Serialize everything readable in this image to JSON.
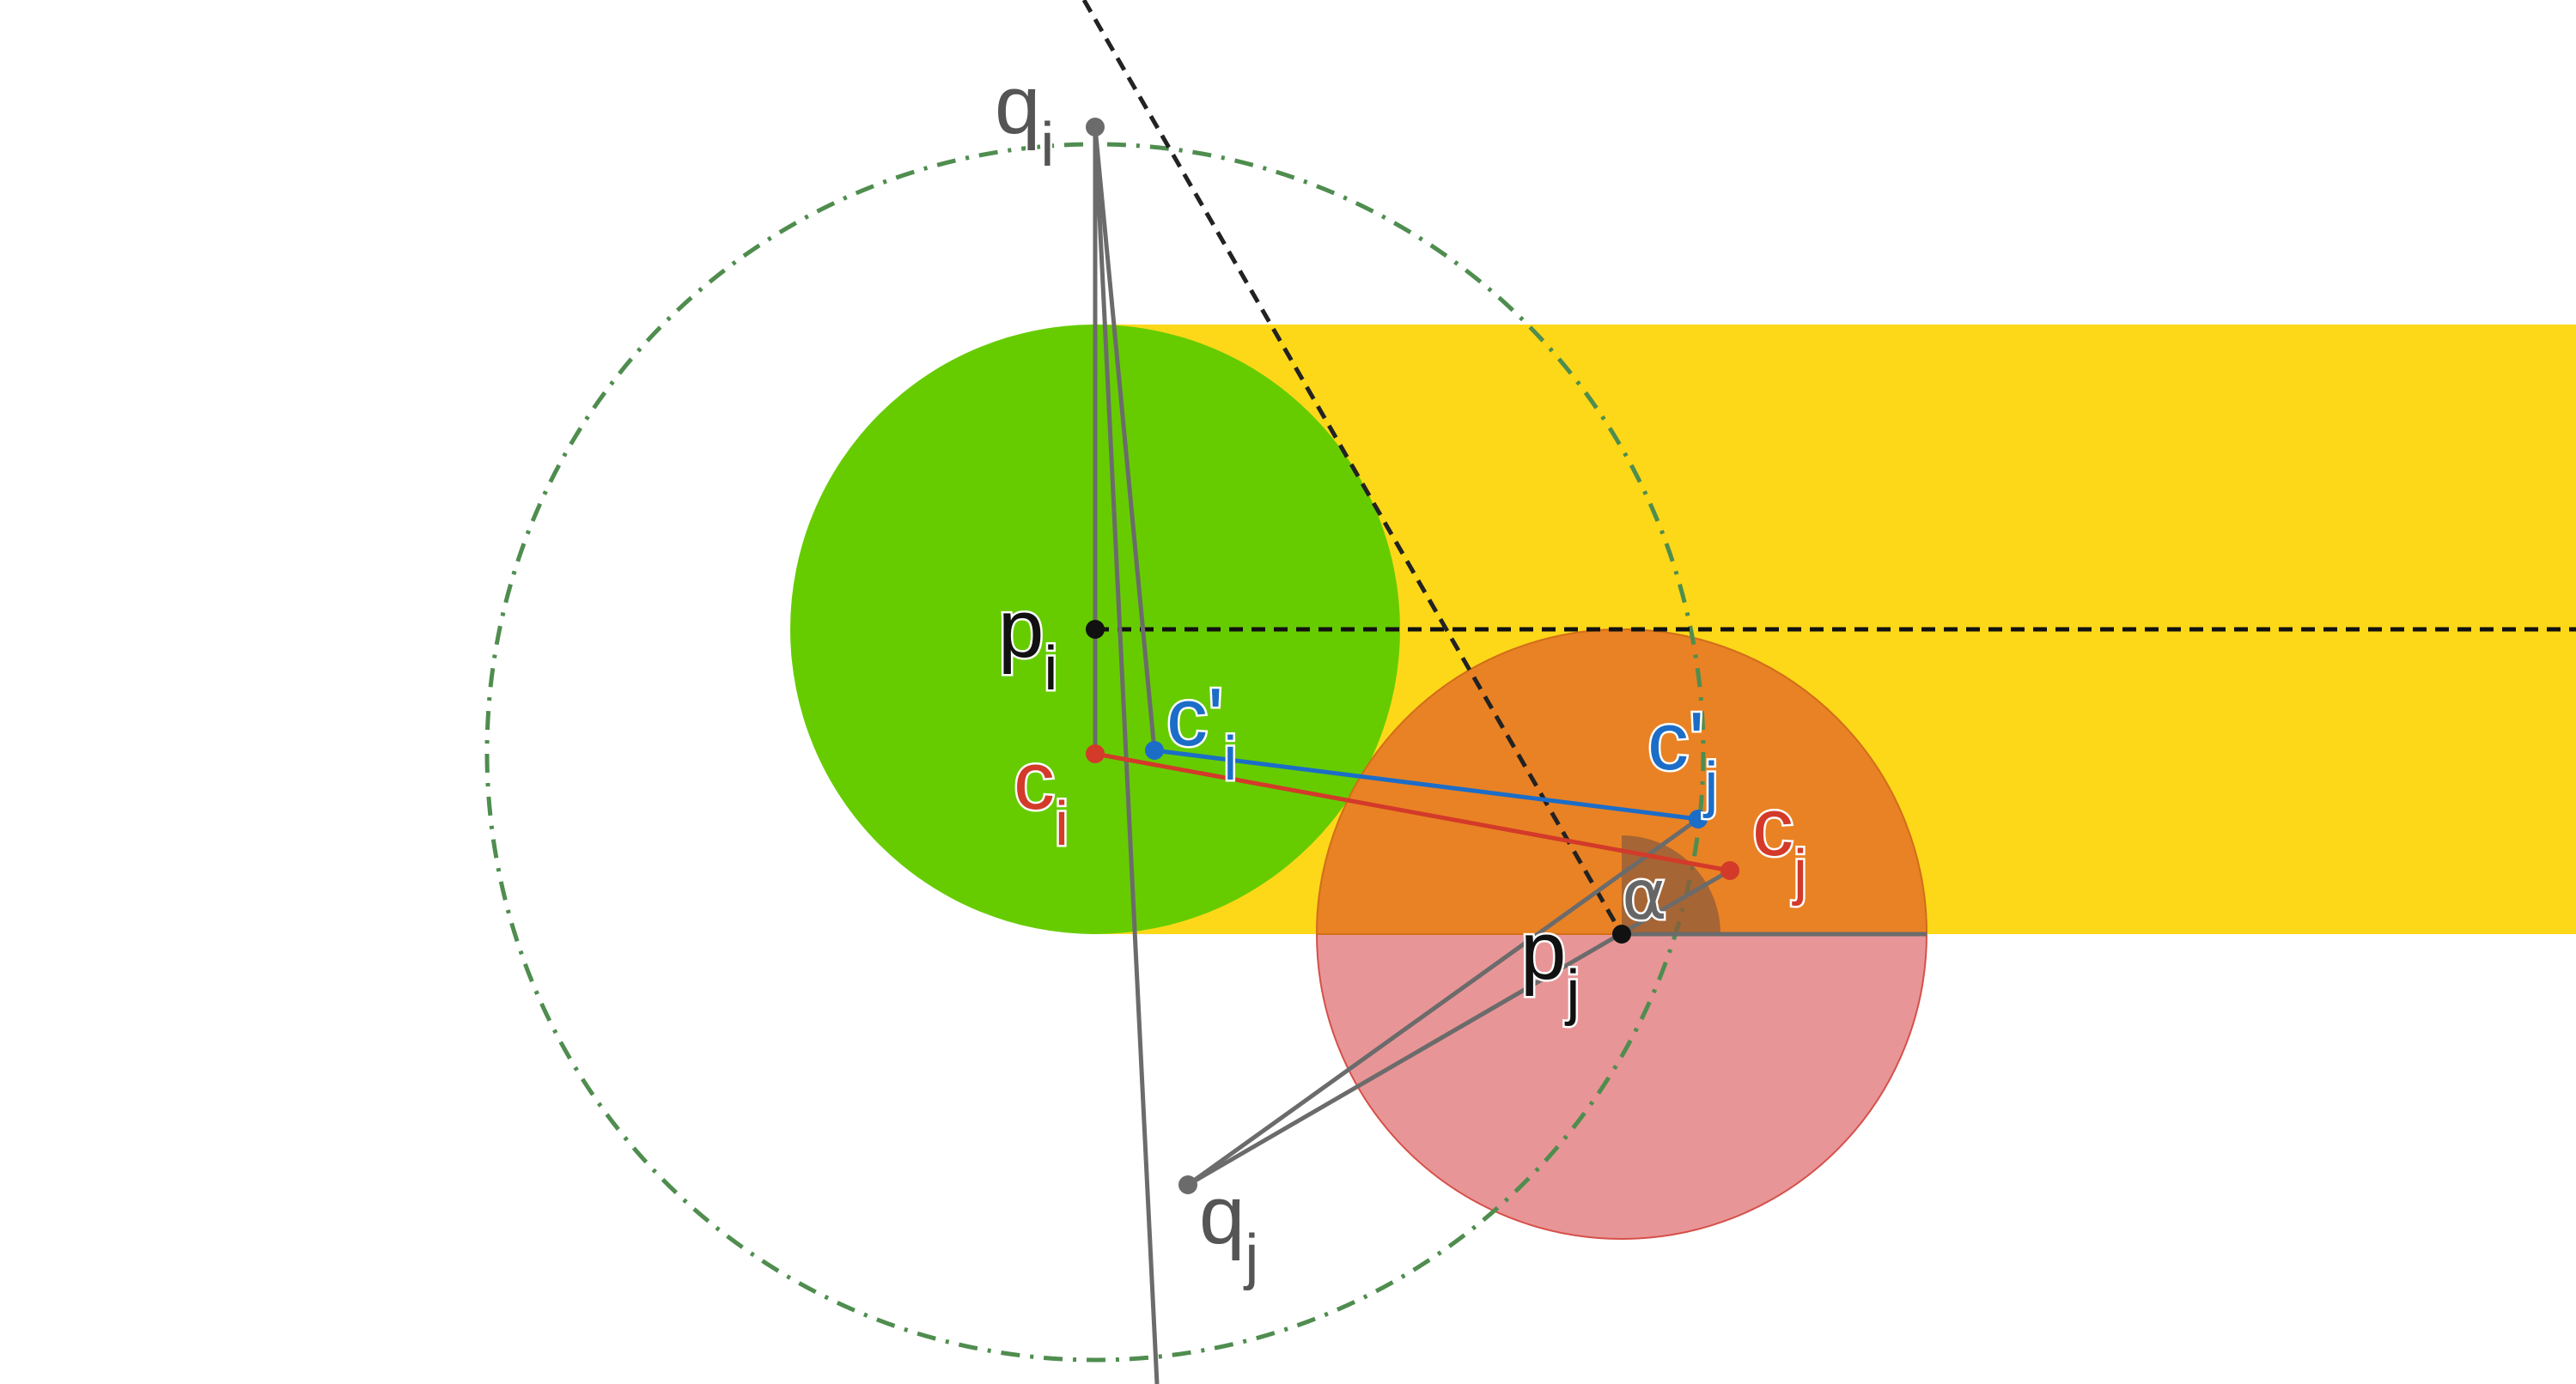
{
  "colors": {
    "band": "#FDD819",
    "green_disk": "#66CC00",
    "orange": "#E98224",
    "pink": "#E89597",
    "pink_edge": "#D6504A",
    "dashdot_circle": "#4F8D4F",
    "gray": "#6B6B6B",
    "red": "#D33A2A",
    "blue": "#1C6DC8",
    "black": "#111111",
    "angle_wedge": "#8C5A3A"
  },
  "labels": {
    "q_i": {
      "base": "q",
      "sub": "i"
    },
    "p_i": {
      "base": "p",
      "sub": "i"
    },
    "c_i": {
      "base": "c",
      "sub": "i"
    },
    "c_prime_i": {
      "base": "c'",
      "sub": "i"
    },
    "p_j": {
      "base": "p",
      "sub": "j"
    },
    "q_j": {
      "base": "q",
      "sub": "j"
    },
    "c_j": {
      "base": "c",
      "sub": "j"
    },
    "c_prime_j": {
      "base": "c'",
      "sub": "j"
    },
    "alpha": "α"
  }
}
